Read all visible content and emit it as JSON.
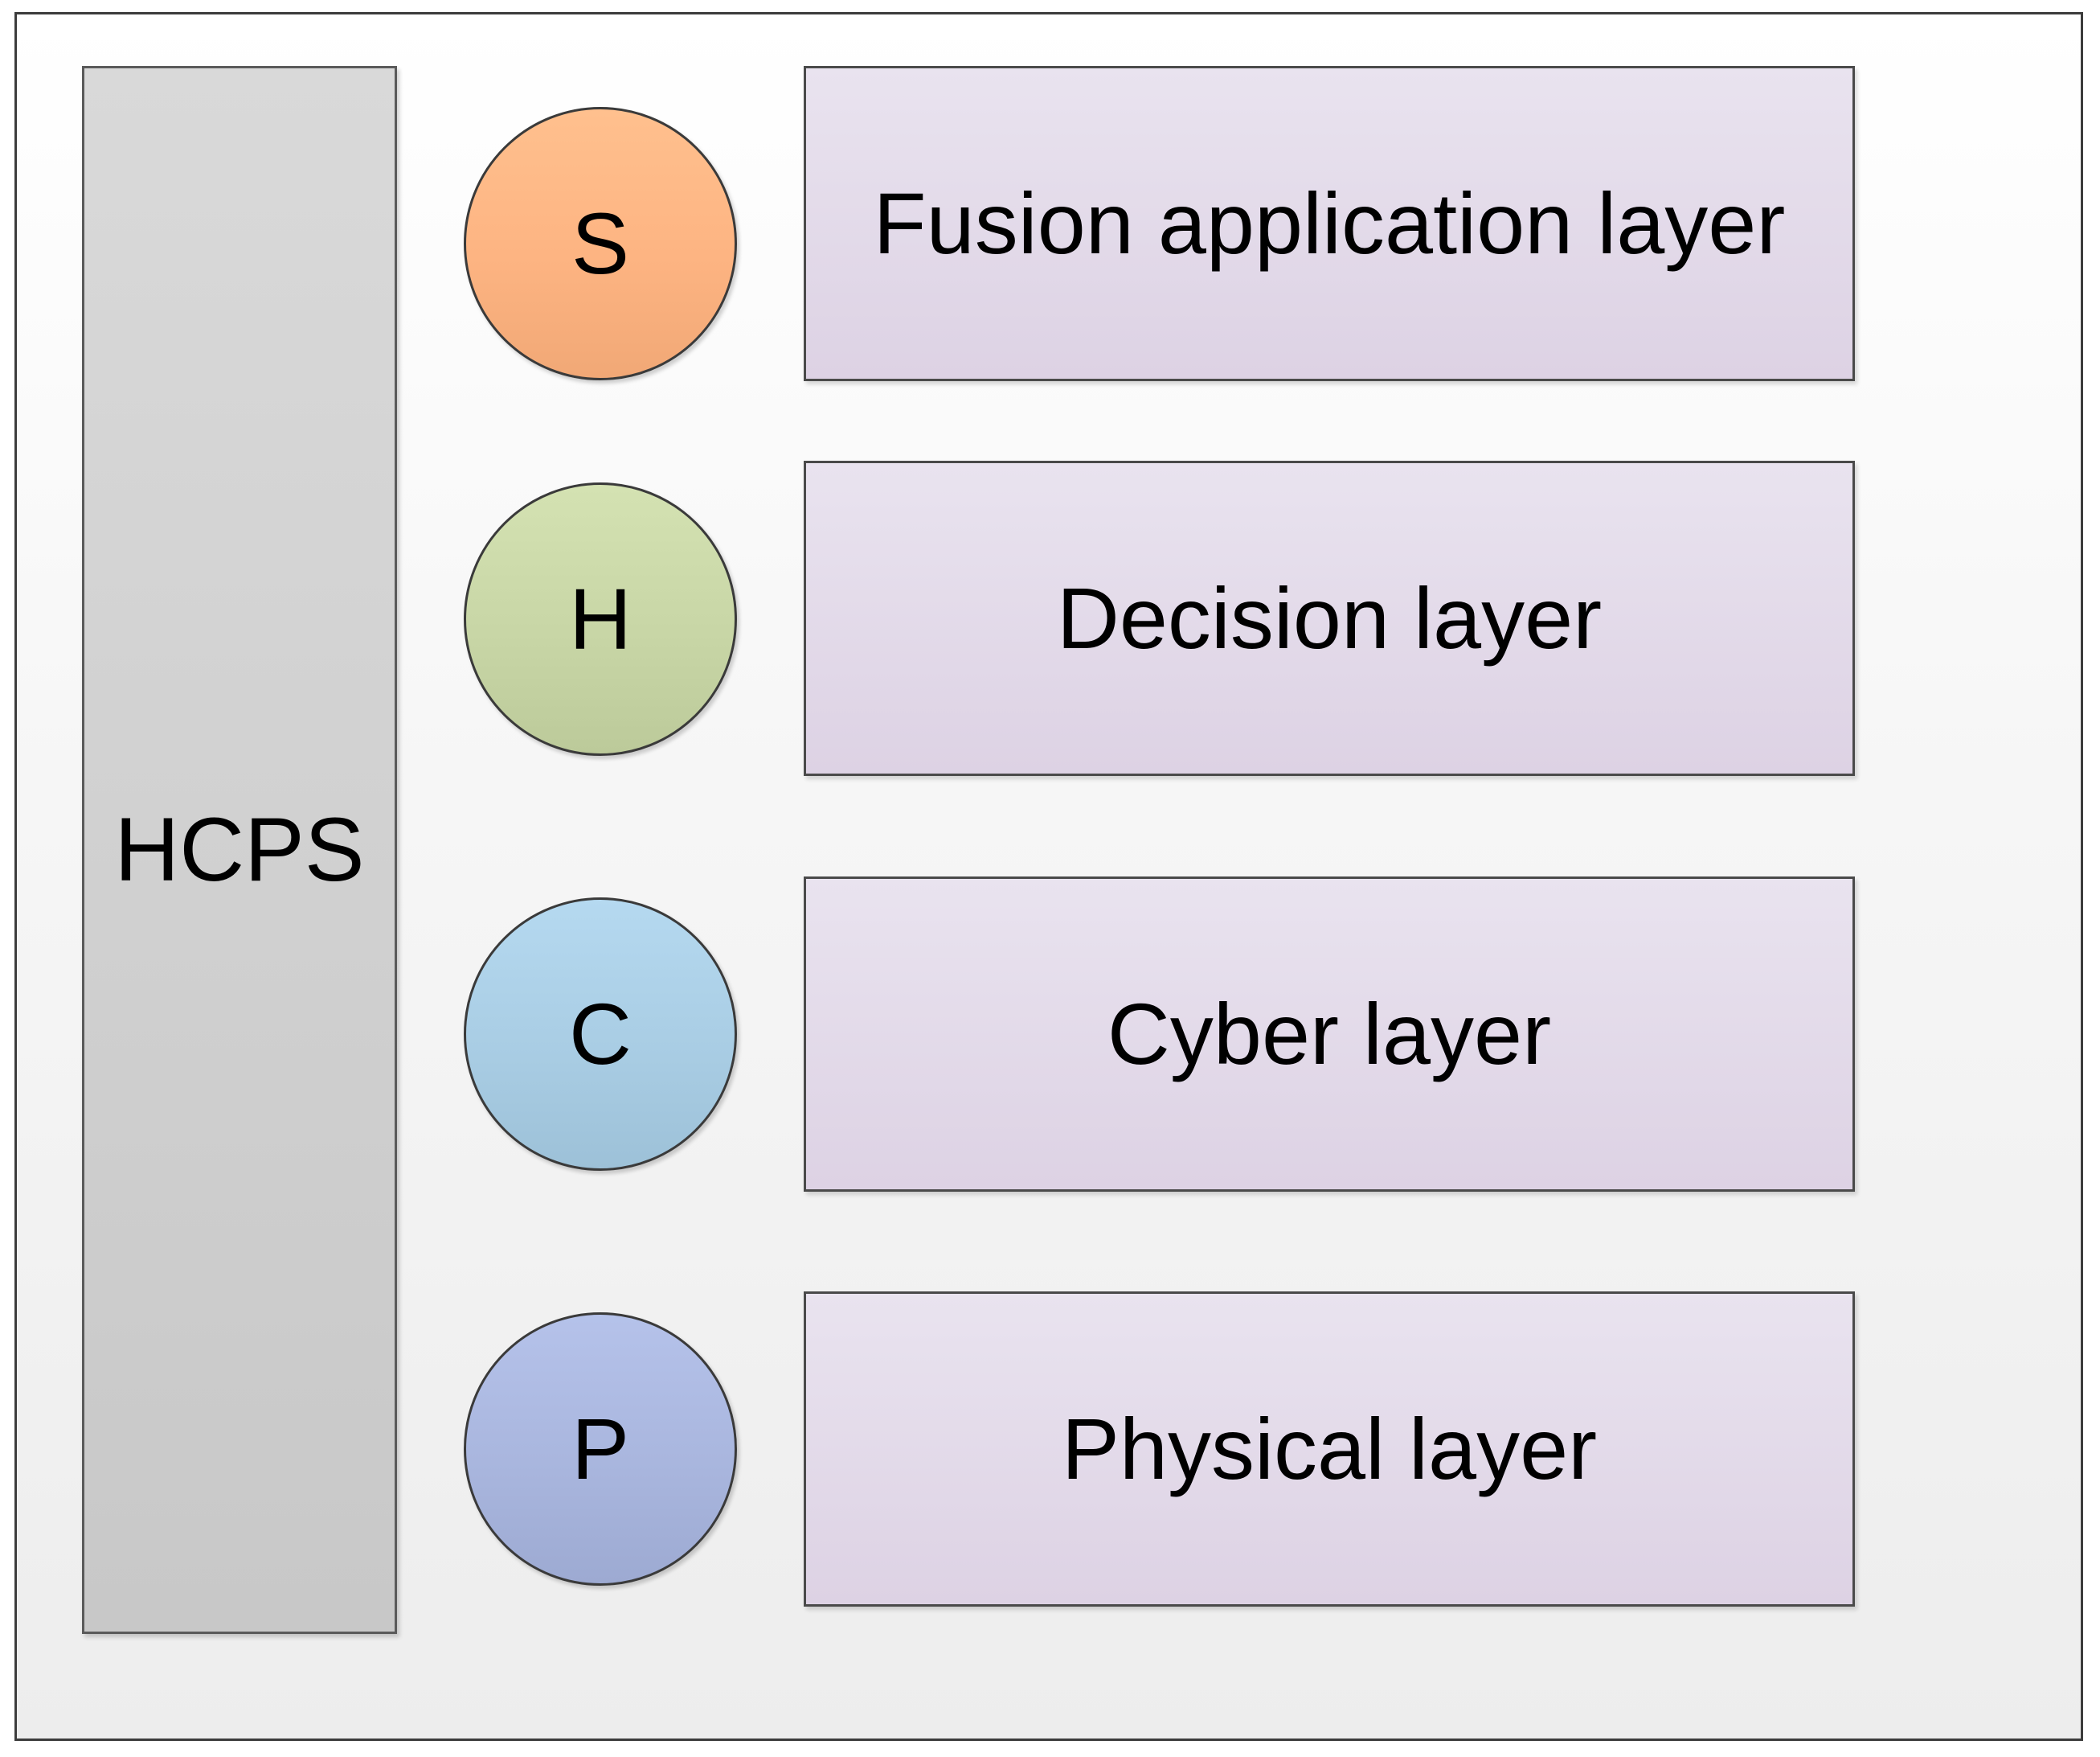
{
  "hcps": {
    "label": "HCPS",
    "color": "#d2d2d2"
  },
  "layers": [
    {
      "letter": "S",
      "label": "Fusion application layer",
      "circle_color": "#fdb482"
    },
    {
      "letter": "H",
      "label": "Decision layer",
      "circle_color": "#c8d6a6"
    },
    {
      "letter": "C",
      "label": "Cyber layer",
      "circle_color": "#a9cde4"
    },
    {
      "letter": "P",
      "label": "Physical layer",
      "circle_color": "#a9b6de"
    }
  ],
  "box_color": "#e2d9e9"
}
